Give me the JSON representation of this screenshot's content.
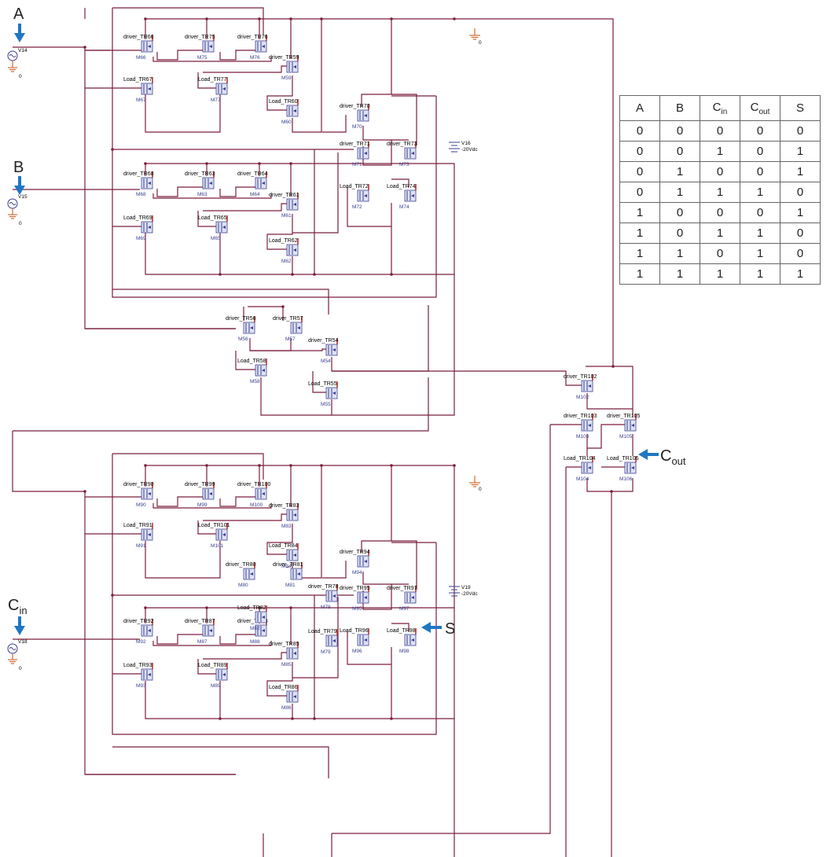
{
  "inputs": {
    "a": "A",
    "b": "B",
    "cin_main": "C",
    "cin_sub": "in"
  },
  "outputs": {
    "s": "S",
    "cout_main": "C",
    "cout_sub": "out"
  },
  "sources": {
    "v14": "V14",
    "v15": "V15",
    "v18": "V18",
    "v16": "V16",
    "v16_value": "-20Vdc",
    "v19": "V19",
    "v19_value": "-20Vdc",
    "ground": "0"
  },
  "truth_table": {
    "headers": [
      {
        "main": "A",
        "sub": ""
      },
      {
        "main": "B",
        "sub": ""
      },
      {
        "main": "C",
        "sub": "in"
      },
      {
        "main": "C",
        "sub": "out"
      },
      {
        "main": "S",
        "sub": ""
      }
    ],
    "rows": [
      [
        "0",
        "0",
        "0",
        "0",
        "0"
      ],
      [
        "0",
        "0",
        "1",
        "0",
        "1"
      ],
      [
        "0",
        "1",
        "0",
        "0",
        "1"
      ],
      [
        "0",
        "1",
        "1",
        "1",
        "0"
      ],
      [
        "1",
        "0",
        "0",
        "0",
        "1"
      ],
      [
        "1",
        "0",
        "1",
        "1",
        "0"
      ],
      [
        "1",
        "1",
        "0",
        "1",
        "0"
      ],
      [
        "1",
        "1",
        "1",
        "1",
        "1"
      ]
    ]
  },
  "transistors": [
    {
      "label": "driver_TR66",
      "id": "M66"
    },
    {
      "label": "driver_TR75",
      "id": "M75"
    },
    {
      "label": "driver_TR76",
      "id": "M76"
    },
    {
      "label": "driver_TR59",
      "id": "M59"
    },
    {
      "label": "Load_TR67",
      "id": "M67"
    },
    {
      "label": "Load_TR77",
      "id": "M77"
    },
    {
      "label": "Load_TR60",
      "id": "M60"
    },
    {
      "label": "driver_TR70",
      "id": "M70"
    },
    {
      "label": "driver_TR71",
      "id": "M71"
    },
    {
      "label": "driver_TR73",
      "id": "M73"
    },
    {
      "label": "Load_TR72",
      "id": "M72"
    },
    {
      "label": "Load_TR74",
      "id": "M74"
    },
    {
      "label": "driver_TR68",
      "id": "M68"
    },
    {
      "label": "driver_TR63",
      "id": "M63"
    },
    {
      "label": "driver_TR64",
      "id": "M64"
    },
    {
      "label": "driver_TR61",
      "id": "M61"
    },
    {
      "label": "Load_TR69",
      "id": "M69"
    },
    {
      "label": "Load_TR65",
      "id": "M65"
    },
    {
      "label": "Load_TR62",
      "id": "M62"
    },
    {
      "label": "driver_TR56",
      "id": "M56"
    },
    {
      "label": "driver_TR57",
      "id": "M57"
    },
    {
      "label": "driver_TR54",
      "id": "M54"
    },
    {
      "label": "Load_TR58",
      "id": "M58"
    },
    {
      "label": "Load_TR55",
      "id": "M55"
    },
    {
      "label": "driver_TR102",
      "id": "M102"
    },
    {
      "label": "driver_TR103",
      "id": "M103"
    },
    {
      "label": "driver_TR105",
      "id": "M105"
    },
    {
      "label": "Load_TR104",
      "id": "M104"
    },
    {
      "label": "Load_TR106",
      "id": "M106"
    },
    {
      "label": "driver_TR90",
      "id": "M90"
    },
    {
      "label": "driver_TR99",
      "id": "M99"
    },
    {
      "label": "driver_TR100",
      "id": "M100"
    },
    {
      "label": "driver_TR83",
      "id": "M83"
    },
    {
      "label": "Load_TR91",
      "id": "M91"
    },
    {
      "label": "Load_TR101",
      "id": "M101"
    },
    {
      "label": "Load_TR84",
      "id": "M84"
    },
    {
      "label": "driver_TR94",
      "id": "M94"
    },
    {
      "label": "driver_TR95",
      "id": "M95"
    },
    {
      "label": "driver_TR97",
      "id": "M97"
    },
    {
      "label": "Load_TR96",
      "id": "M96"
    },
    {
      "label": "Load_TR98",
      "id": "M98"
    },
    {
      "label": "driver_TR92",
      "id": "M92"
    },
    {
      "label": "driver_TR87",
      "id": "M87"
    },
    {
      "label": "driver_TR88",
      "id": "M88"
    },
    {
      "label": "driver_TR85",
      "id": "M85"
    },
    {
      "label": "Load_TR93",
      "id": "M93"
    },
    {
      "label": "Load_TR89",
      "id": "M89"
    },
    {
      "label": "Load_TR86",
      "id": "M86"
    },
    {
      "label": "driver_TR80",
      "id": "M80"
    },
    {
      "label": "driver_TR81",
      "id": "M81"
    },
    {
      "label": "driver_TR78",
      "id": "M78"
    },
    {
      "label": "Load_TR82",
      "id": "M82"
    },
    {
      "label": "Load_TR79",
      "id": "M79"
    }
  ]
}
